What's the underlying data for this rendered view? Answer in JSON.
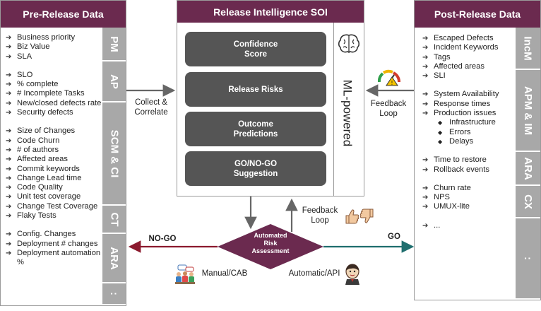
{
  "left": {
    "title": "Pre-Release Data",
    "tabs": [
      "PM",
      "AP",
      "SCM & CI",
      "CT",
      "ARA",
      ":"
    ],
    "items": [
      "Business priority",
      "Biz Value",
      "SLA",
      "",
      "SLO",
      "% complete",
      "# Incomplete Tasks",
      "New/closed defects rate",
      "Security defects",
      "",
      "Size of Changes",
      "Code Churn",
      "# of authors",
      "Affected areas",
      "Commit keywords",
      "Change Lead time",
      "Code Quality",
      "Unit test coverage",
      "Change Test Coverage",
      "Flaky Tests",
      "",
      "Config. Changes",
      "Deployment # changes",
      "Deployment automation %"
    ]
  },
  "center": {
    "title": "Release Intelligence SOI",
    "boxes": [
      "Confidence\nScore",
      "Release Risks",
      "Outcome\nPredictions",
      "GO/NO-GO\nSuggestion"
    ],
    "ml_label": "ML-powered"
  },
  "right": {
    "title": "Post-Release Data",
    "tabs": [
      "IncM",
      "APM & IM",
      "ARA",
      "CX",
      ":"
    ],
    "items": [
      "Escaped Defects",
      "Incident Keywords",
      "Tags",
      "Affected areas",
      "SLI",
      "",
      "System Availability",
      "Response times",
      "Production issues",
      {
        "sub": "Infrastructure"
      },
      {
        "sub": "Errors"
      },
      {
        "sub": "Delays"
      },
      "",
      "Time to restore",
      "Rollback events",
      "",
      "Churn rate",
      "NPS",
      "UMUX-lite",
      "",
      "..."
    ]
  },
  "labels": {
    "collect": "Collect &\nCorrelate",
    "feedback_right": "Feedback\nLoop",
    "feedback_bottom": "Feedback\nLoop",
    "nogo": "NO-GO",
    "go": "GO",
    "diamond": "Automated\nRisk\nAssessment",
    "manual": "Manual/CAB",
    "automatic": "Automatic/API"
  },
  "colors": {
    "header": "#6b2a4f",
    "tab_gray": "#a8a8a8",
    "box_dark": "#555555",
    "nogo_red": "#8b1a2e",
    "go_teal": "#1f6e6e",
    "arrow_gray": "#666666"
  },
  "icons": {
    "brain": "brain-icon",
    "gauge": "gauge-warning-icon",
    "thumbs": "thumbs-up-down-icon",
    "people": "meeting-people-icon",
    "robot": "jenkins-butler-icon"
  }
}
